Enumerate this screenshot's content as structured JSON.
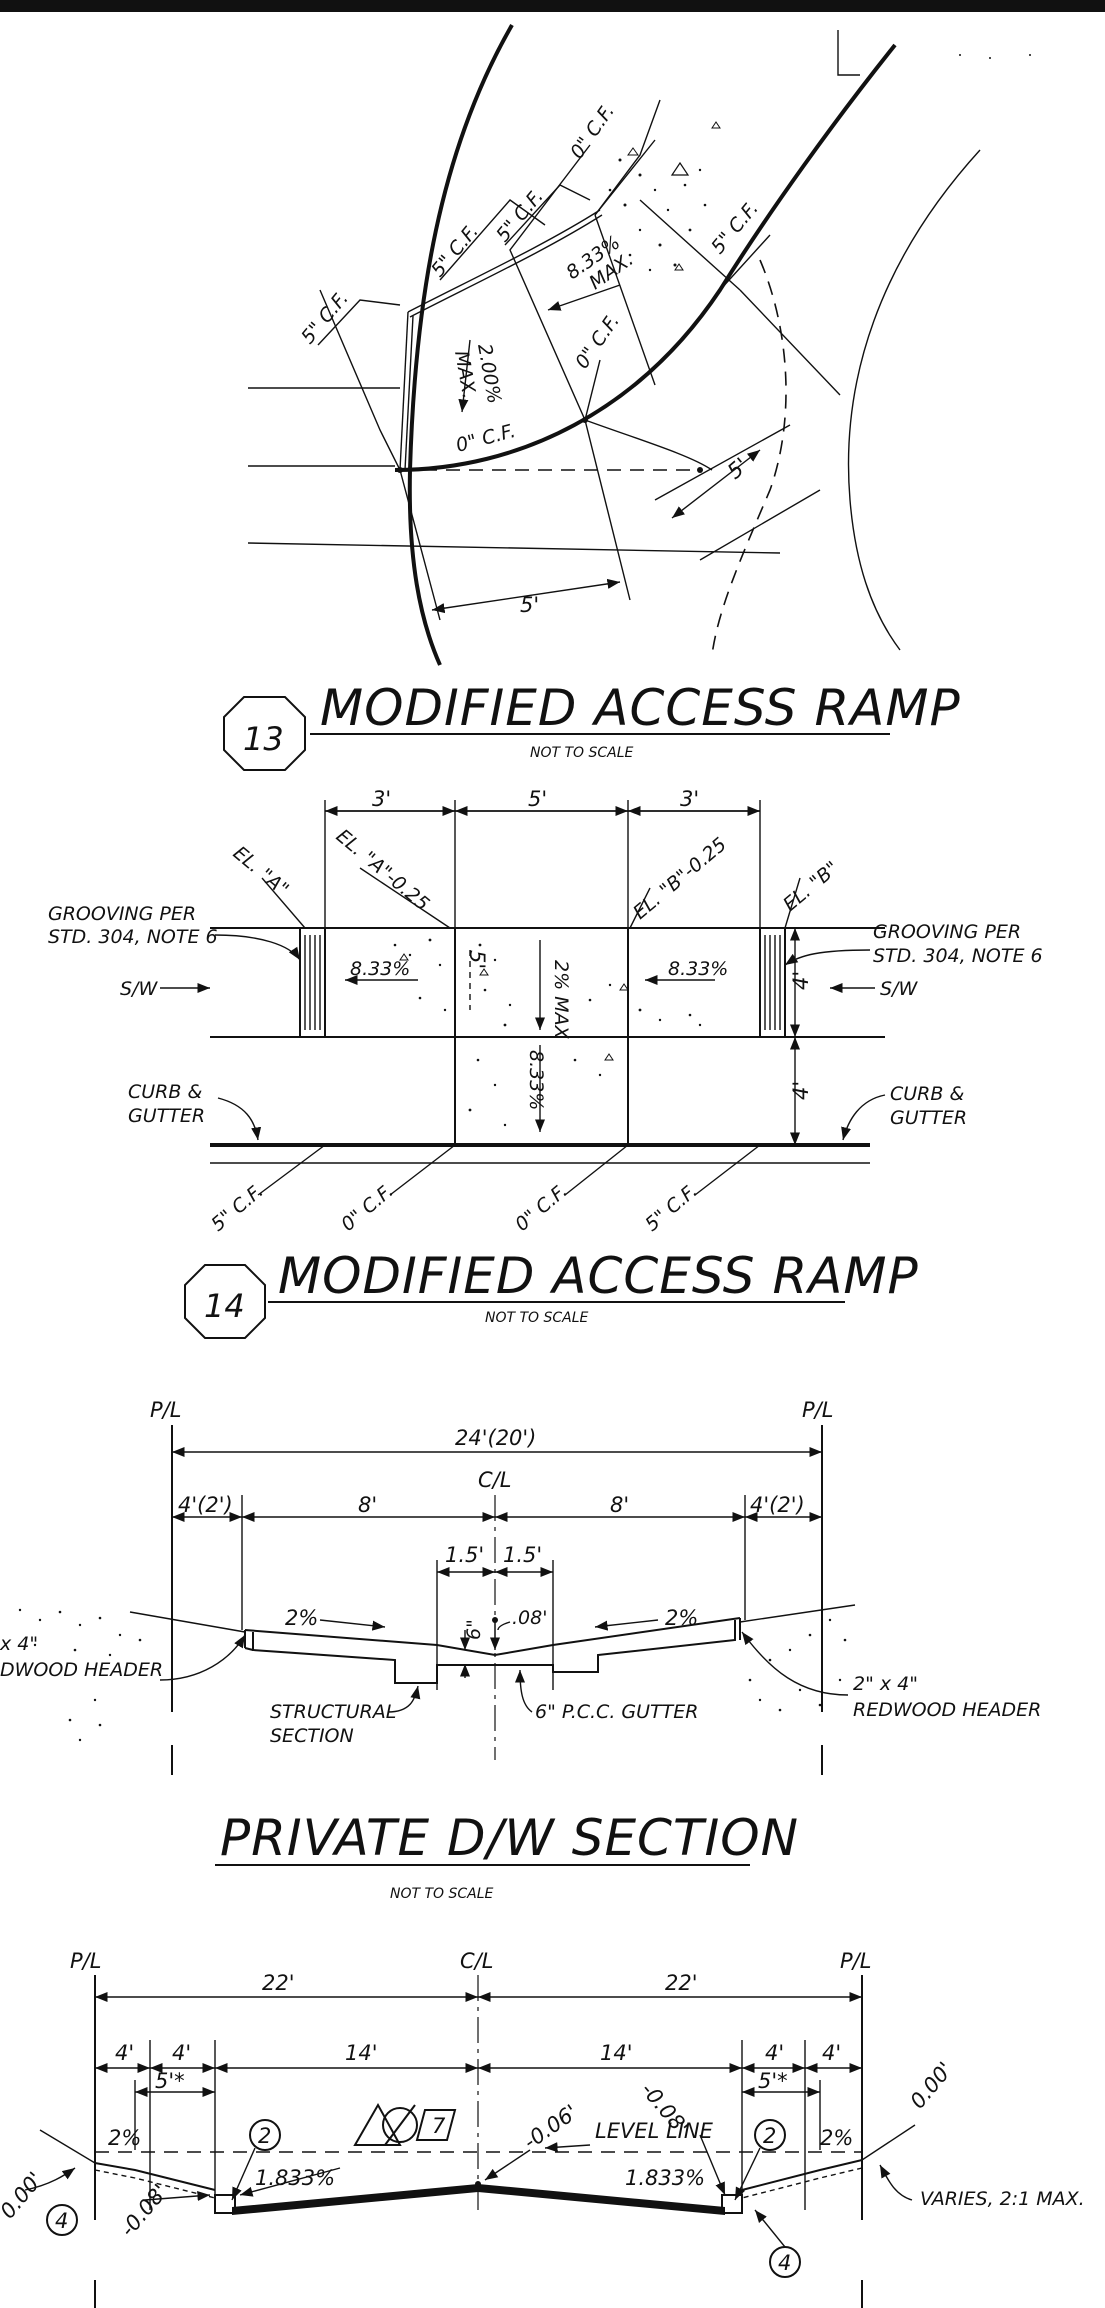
{
  "detail13": {
    "number": "13",
    "title": "MODIFIED ACCESS RAMP",
    "subtitle": "NOT TO SCALE",
    "labels": {
      "cf_5_left": "5\" C.F.",
      "cf_5_a": "5\" C.F.",
      "cf_5_b": "5\" C.F.",
      "cf_0_top": "0\" C.F.",
      "cf_5_right": "5\" C.F.",
      "slope_833": "8.33%",
      "max_a": "MAX.",
      "cf_0_mid": "0\" C.F.",
      "slope_200": "2.00%",
      "max_b": "MAX.",
      "cf_0_bottom": "0\" C.F.",
      "dim_5_right": "5'",
      "dim_5_bottom": "5'"
    }
  },
  "detail14": {
    "number": "14",
    "title": "MODIFIED ACCESS RAMP",
    "subtitle": "NOT TO SCALE",
    "dims": [
      "3'",
      "5'",
      "3'",
      "4'",
      "4'"
    ],
    "el_a": "EL. \"A\"",
    "el_a_minus": "EL. \"A\"-0.25",
    "el_b_minus": "EL. \"B\"-0.25",
    "el_b": "EL. \"B\"",
    "grooving_left": [
      "GROOVING PER",
      "STD. 304, NOTE 6"
    ],
    "grooving_right": [
      "GROOVING PER",
      "STD. 304, NOTE 6"
    ],
    "sw": "S/W",
    "slopes": [
      "8.33%",
      "2% MAX",
      "8.33%",
      "8.33%"
    ],
    "curb_gutter": [
      "CURB &",
      "GUTTER"
    ],
    "cf": [
      "5\" C.F.",
      "0\" C.F.",
      "0\" C.F.",
      "5\" C.F."
    ],
    "five": "5'"
  },
  "private_dw": {
    "title": "PRIVATE D/W SECTION",
    "subtitle": "NOT TO SCALE",
    "pl": "P/L",
    "cl": "C/L",
    "overall": "24'(20')",
    "dims": [
      "4'(2')",
      "8'",
      "8'",
      "4'(2')"
    ],
    "center_dims": [
      "1.5'",
      "1.5'"
    ],
    "slope": "2%",
    "drop": ".08'",
    "depth": "6\"",
    "header_left": [
      "x 4\"",
      "DWOOD HEADER"
    ],
    "structural": [
      "STRUCTURAL",
      "SECTION"
    ],
    "gutter": "6\" P.C.C. GUTTER",
    "header_right": [
      "2\" x 4\"",
      "REDWOOD HEADER"
    ]
  },
  "road_section": {
    "pl": "P/L",
    "cl": "C/L",
    "half_widths": [
      "22'",
      "22'"
    ],
    "dims": [
      "4'",
      "4'",
      "14'",
      "14'",
      "4'",
      "4'"
    ],
    "starred": [
      "5'*",
      "5'*"
    ],
    "callouts": [
      "2",
      "2",
      "4",
      "4",
      "7"
    ],
    "slopes": [
      "2%",
      "1.833%",
      "1.833%",
      "2%"
    ],
    "elevations": [
      "-0.06'",
      "-0.08'",
      "-0.08'",
      "0.00'",
      "0.00'"
    ],
    "level_line": "LEVEL LINE",
    "varies": "VARIES, 2:1 MAX."
  }
}
